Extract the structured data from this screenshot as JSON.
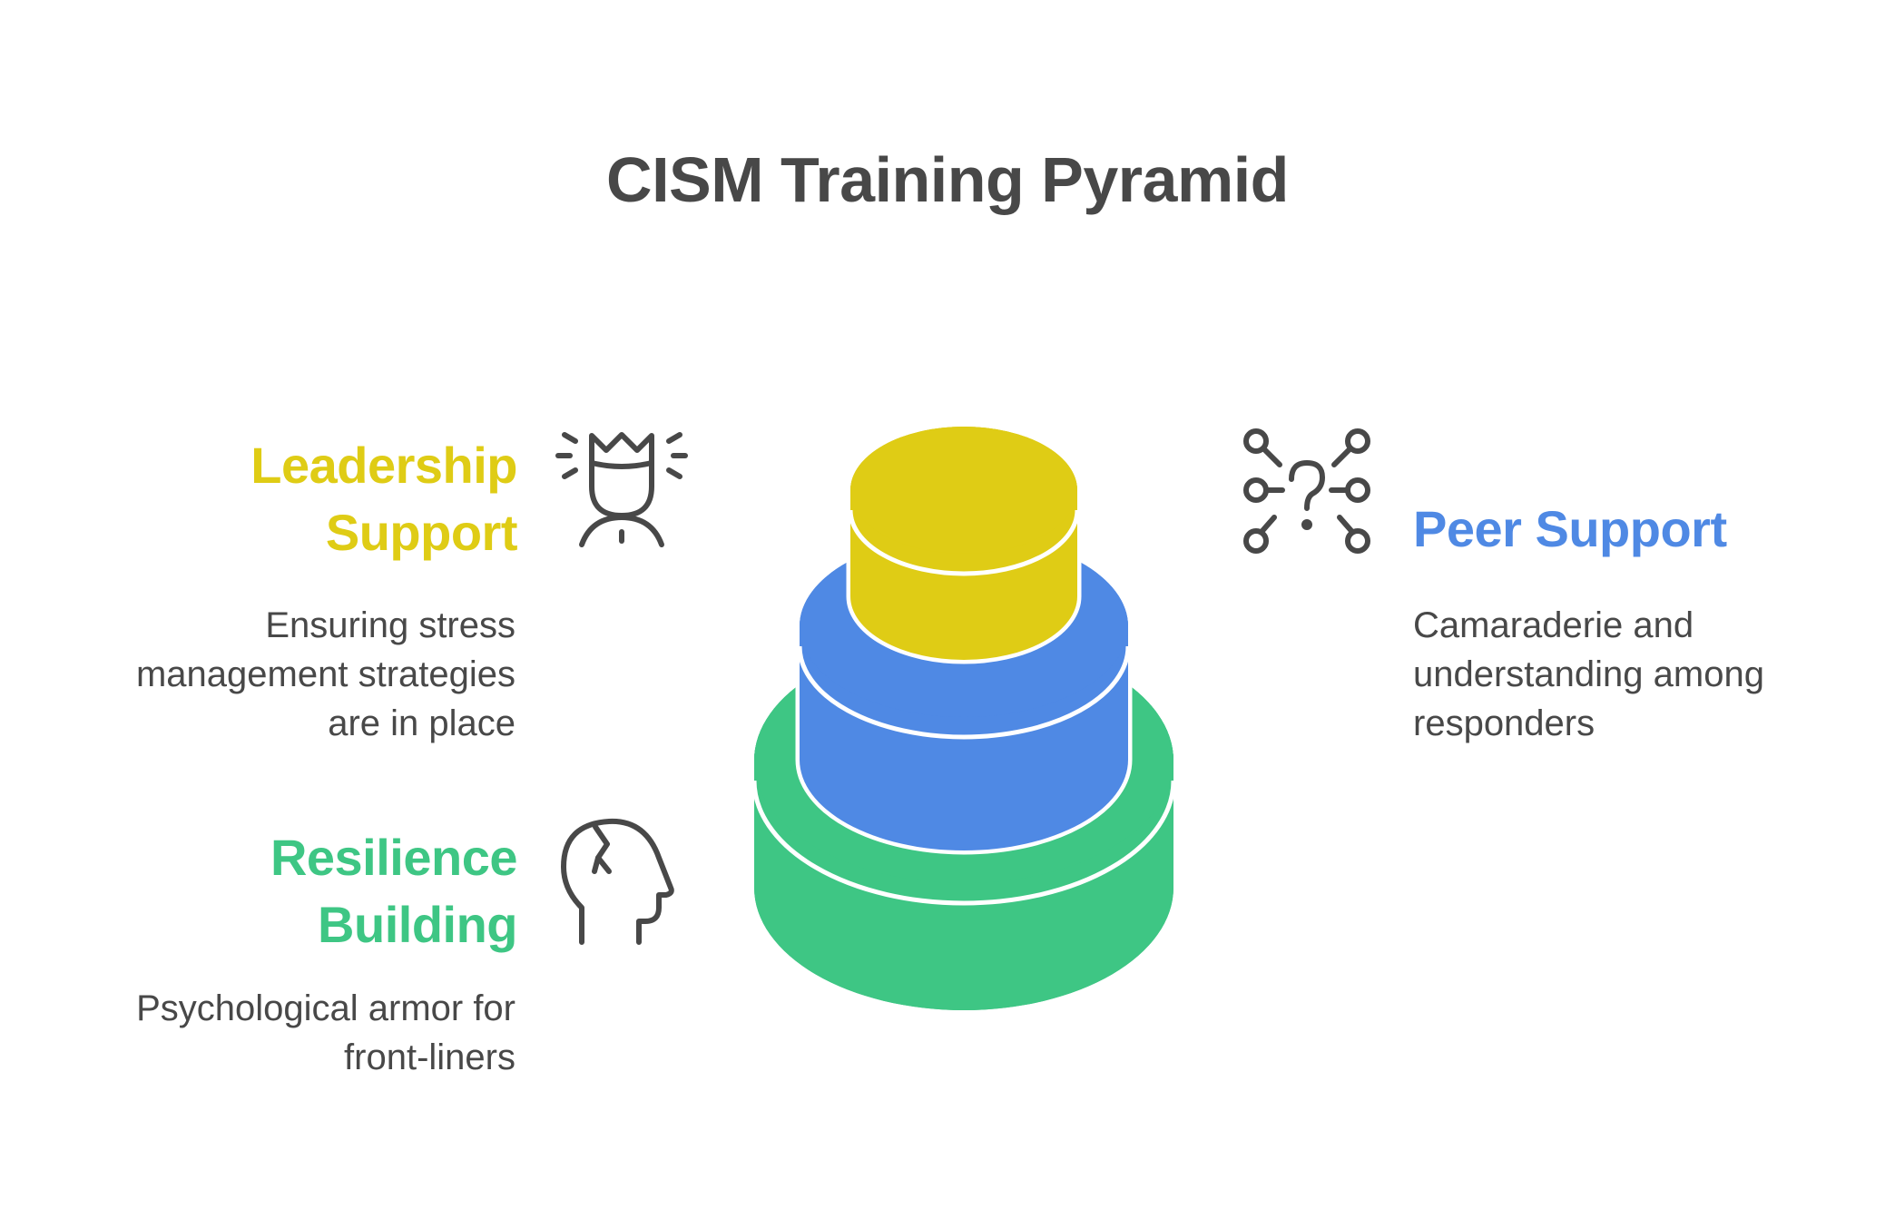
{
  "title": "CISM Training Pyramid",
  "colors": {
    "leadership": "#DFCC15",
    "peer": "#4F89E4",
    "resilience": "#3EC684",
    "text": "#484848",
    "icon": "#484848",
    "separator": "#FFFFFF"
  },
  "levels": [
    {
      "id": "leadership",
      "tier": "top",
      "heading_lines": [
        "Leadership",
        "Support"
      ],
      "description_lines": [
        "Ensuring stress",
        "management strategies",
        "are in place"
      ],
      "icon": "leader-crown-icon",
      "side": "left"
    },
    {
      "id": "peer",
      "tier": "middle",
      "heading_lines": [
        "Peer Support"
      ],
      "description_lines": [
        "Camaraderie and",
        "understanding among",
        "responders"
      ],
      "icon": "network-question-icon",
      "side": "right"
    },
    {
      "id": "resilience",
      "tier": "bottom",
      "heading_lines": [
        "Resilience",
        "Building"
      ],
      "description_lines": [
        "Psychological armor for",
        "front-liners"
      ],
      "icon": "head-profile-icon",
      "side": "left"
    }
  ]
}
